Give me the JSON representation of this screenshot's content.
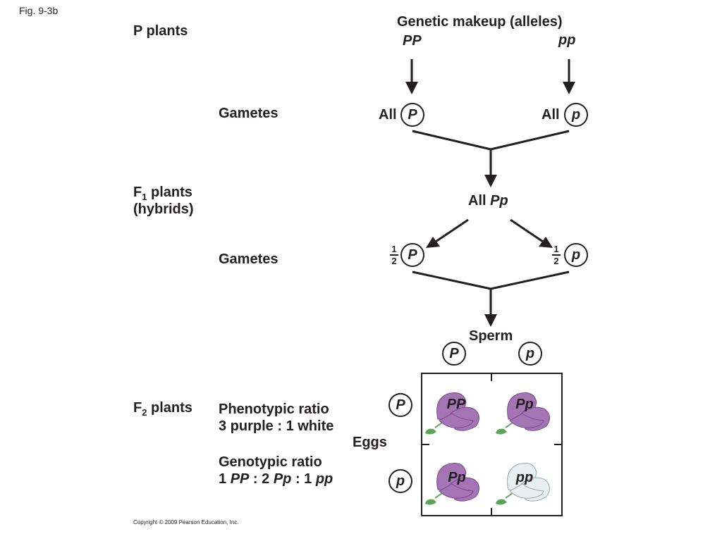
{
  "figure_label": "Fig. 9-3b",
  "header": "Genetic makeup (alleles)",
  "parents": {
    "left": "PP",
    "right": "pp"
  },
  "rows": {
    "p_plants": "P plants",
    "gametes_1": "Gametes",
    "f1_line1_main": "F",
    "f1_line1_sub": "1",
    "f1_line1_rest": " plants",
    "f1_line2": "(hybrids)",
    "gametes_2": "Gametes",
    "f2_main": "F",
    "f2_sub": "2",
    "f2_rest": " plants"
  },
  "gametes_row1": {
    "all_label": "All",
    "left_allele": "P",
    "right_allele": "p"
  },
  "f1_genotype": {
    "all_label": "All",
    "genotype": "Pp"
  },
  "gametes_row2": {
    "frac_num": "1",
    "frac_den": "2",
    "left_allele": "P",
    "right_allele": "p"
  },
  "punnett": {
    "sperm_label": "Sperm",
    "eggs_label": "Eggs",
    "sperm": [
      "P",
      "p"
    ],
    "eggs": [
      "P",
      "p"
    ],
    "cells": [
      {
        "genotype": "PP",
        "flower": "purple"
      },
      {
        "genotype": "Pp",
        "flower": "purple"
      },
      {
        "genotype": "Pp",
        "flower": "purple"
      },
      {
        "genotype": "pp",
        "flower": "white"
      }
    ]
  },
  "ratios": {
    "phenotypic_title": "Phenotypic ratio",
    "phenotypic_value": "3 purple : 1 white",
    "genotypic_title": "Genotypic ratio",
    "genotypic_parts": [
      "1 ",
      "PP",
      " : 2 ",
      "Pp",
      " : 1 ",
      "pp"
    ]
  },
  "copyright": "Copyright © 2009 Pearson Education, Inc.",
  "colors": {
    "purple": "#a474b4",
    "purple_dark": "#7a4c8c",
    "white_flower": "#e8eef2",
    "leaf": "#5aa45a",
    "ink": "#231f20"
  }
}
